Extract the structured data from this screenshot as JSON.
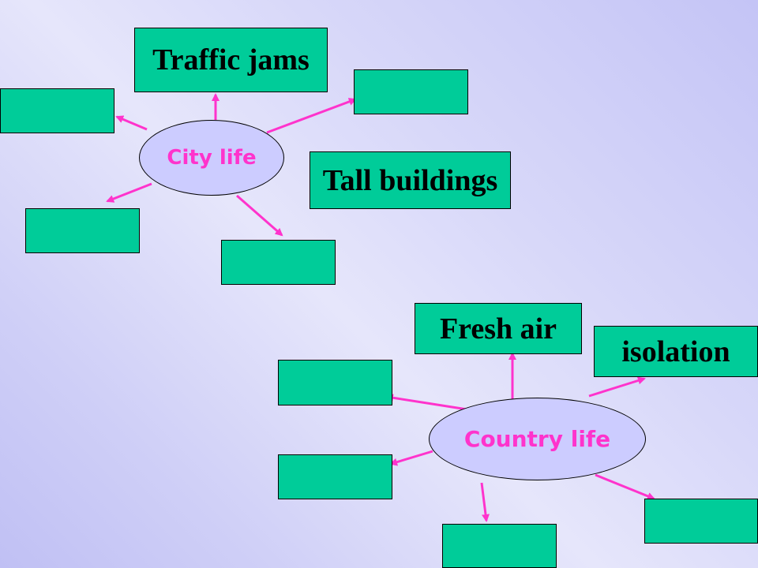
{
  "colors": {
    "box_fill": "#00cc99",
    "ellipse_fill": "#ccccff",
    "arrow": "#ff33cc",
    "hub_text": "#ff33cc"
  },
  "city": {
    "hub_label": "City life",
    "labels": {
      "traffic": "Traffic jams",
      "buildings": "Tall buildings",
      "blank_top_left": "",
      "blank_top_right": "",
      "blank_bottom_left": "",
      "blank_bottom_right": ""
    }
  },
  "country": {
    "hub_label": "Country life",
    "labels": {
      "fresh_air": "Fresh air",
      "isolation": "isolation",
      "blank_left_top": "",
      "blank_left_bottom": "",
      "blank_bottom": "",
      "blank_bottom_right": ""
    }
  }
}
